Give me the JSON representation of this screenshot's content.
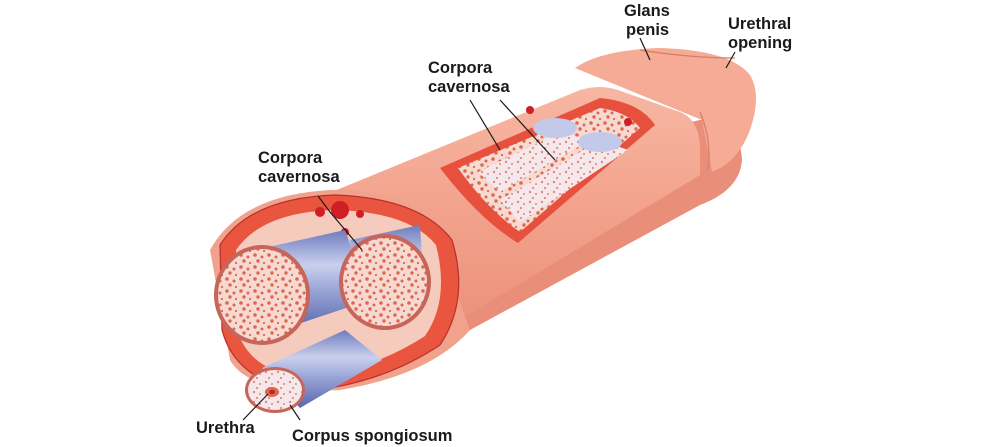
{
  "labels": {
    "corpora_cavernosa_left": [
      "Corpora",
      "cavernosa"
    ],
    "corpora_cavernosa_top": [
      "Corpora",
      "cavernosa"
    ],
    "glans_penis": [
      "Glans",
      "penis"
    ],
    "urethral_opening": [
      "Urethral",
      "opening"
    ],
    "urethra": "Urethra",
    "corpus_spongiosum": "Corpus spongiosum"
  },
  "colors": {
    "skin": "#f2a48f",
    "skin_light": "#f7bba8",
    "dermis": "#e9553f",
    "tunica": "#f8d2c4",
    "erectile_tissue": "#e86a52",
    "vessel_blue": "#8b98cf",
    "blood": "#cf1f24",
    "label_text": "#1a1a1a"
  }
}
